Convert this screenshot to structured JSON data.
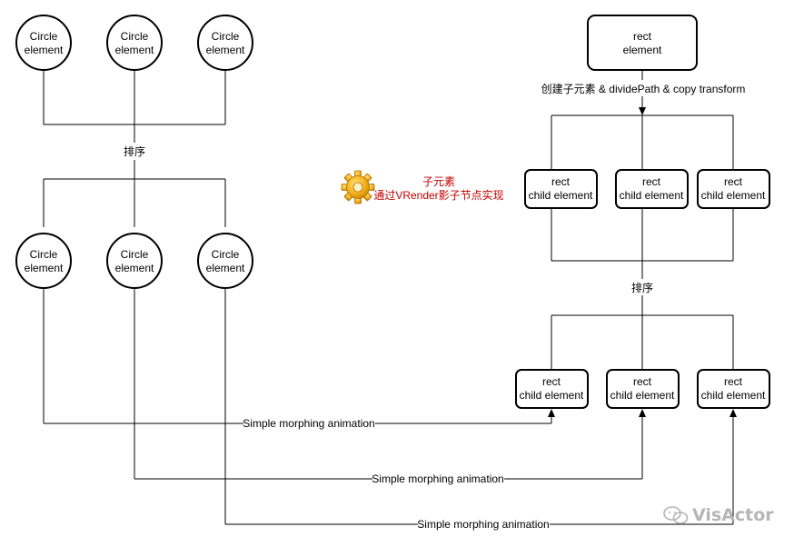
{
  "nodes": {
    "circle_label_line1": "Circle",
    "circle_label_line2": "element",
    "rect_parent_line1": "rect",
    "rect_parent_line2": "element",
    "rect_child_line1": "rect",
    "rect_child_line2": "child element"
  },
  "labels": {
    "left_sort": "排序",
    "right_sort": "排序",
    "create_children": "创建子元素 & dividePath & copy transform",
    "morph_1": "Simple morphing animation",
    "morph_2": "Simple morphing animation",
    "morph_3": "Simple morphing animation"
  },
  "note": {
    "line1": "子元素",
    "line2": "通过VRender影子节点实现",
    "icon": "gear-icon",
    "color": "#c00000"
  },
  "watermark": {
    "text": "VisActor",
    "icon": "wechat-icon",
    "color": "#b5b5b5"
  }
}
